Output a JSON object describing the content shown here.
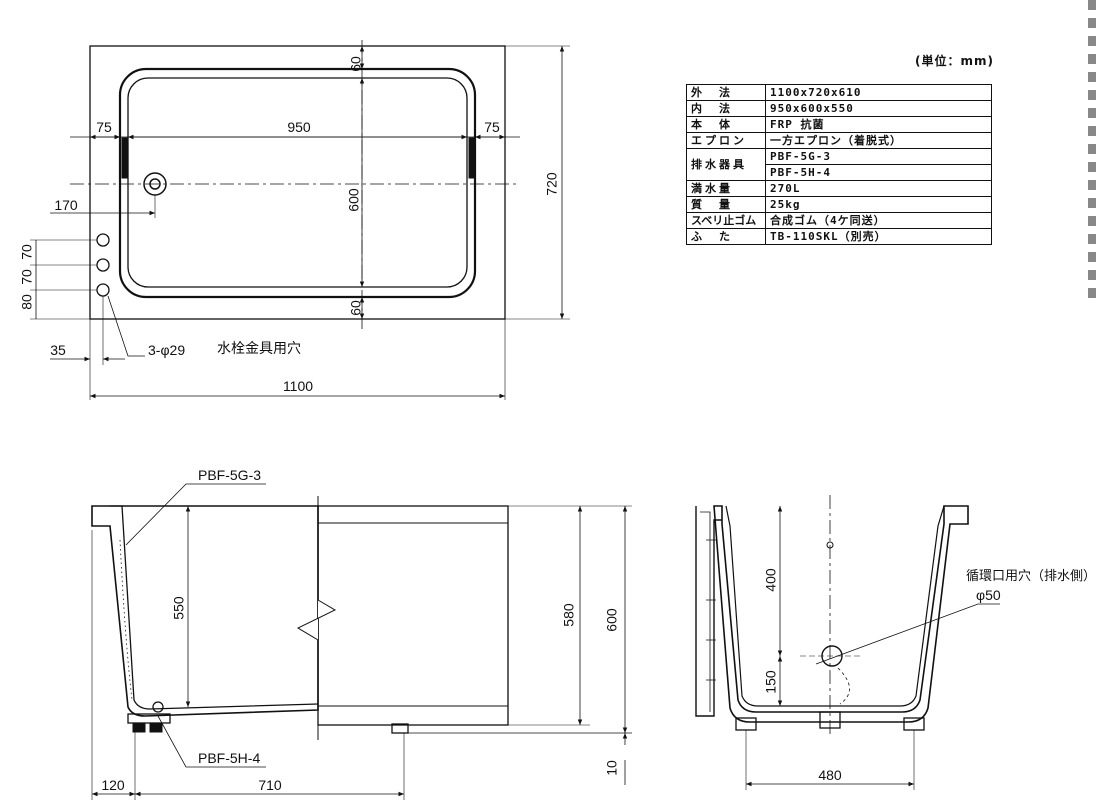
{
  "unit_note": "(単位：mm)",
  "specs": [
    {
      "label": "外　法",
      "value": "1100x720x610"
    },
    {
      "label": "内　法",
      "value": "950x600x550"
    },
    {
      "label": "本　体",
      "value": "FRP 抗菌"
    },
    {
      "label": "エプロン",
      "value": "一方エプロン（着脱式）"
    },
    {
      "label": "排水器具",
      "value": "PBF-5G-3"
    },
    {
      "label": "",
      "value": "PBF-5H-4"
    },
    {
      "label": "満水量",
      "value": "270L"
    },
    {
      "label": "質　量",
      "value": "25kg"
    },
    {
      "label": "スベリ止ゴム",
      "value": "合成ゴム（4ケ同送）"
    },
    {
      "label": "ふ　た",
      "value": "TB-110SKL（別売）"
    }
  ],
  "plan_view": {
    "dims": {
      "rim_top": "60",
      "rim_bottom": "60",
      "side_left": "75",
      "side_right": "75",
      "inner_length": "950",
      "inner_width": "600",
      "outer_width": "720",
      "outer_length": "1100",
      "drain_offset": "170",
      "hole_edge": "35",
      "hole_pitch_1": "70",
      "hole_pitch_2": "70",
      "hole_pitch_3": "80"
    },
    "hole_label": "3-φ29",
    "hole_caption": "水栓金具用穴"
  },
  "front_view": {
    "label_top": "PBF-5G-3",
    "label_bottom": "PBF-5H-4",
    "dims": {
      "inner_depth": "550",
      "apron_height": "580",
      "total_height": "600",
      "leg": "10",
      "left_offset": "120",
      "drain_x": "710"
    }
  },
  "side_view": {
    "circ_label": "循環口用穴（排水側）",
    "circ_dia": "φ50",
    "dims": {
      "upper": "400",
      "lower": "150",
      "leg_span": "480"
    }
  }
}
